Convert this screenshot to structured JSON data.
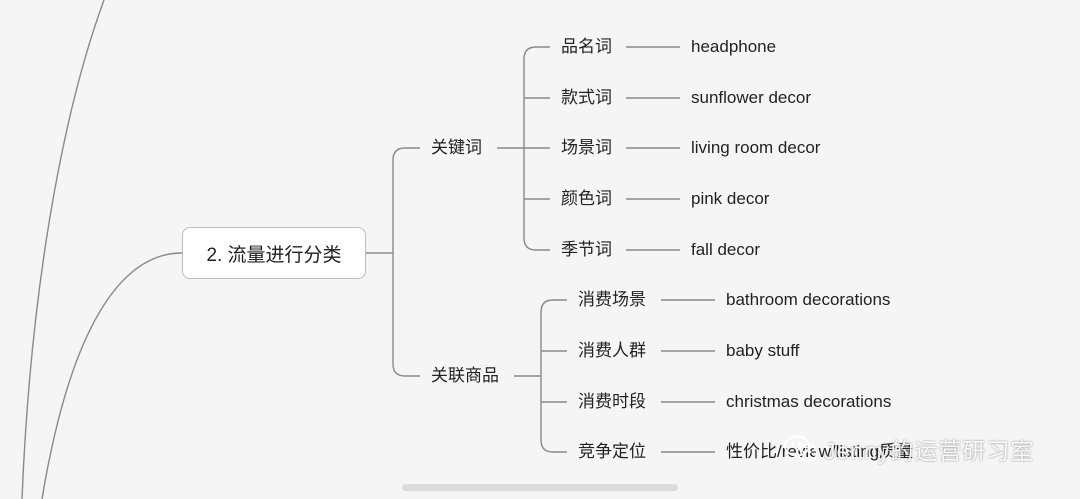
{
  "root": {
    "label": "2. 流量进行分类"
  },
  "branches": [
    {
      "label": "关键词",
      "children": [
        {
          "label": "品名词",
          "example": "headphone"
        },
        {
          "label": "款式词",
          "example": "sunflower decor"
        },
        {
          "label": "场景词",
          "example": "living room decor"
        },
        {
          "label": "颜色词",
          "example": "pink decor"
        },
        {
          "label": "季节词",
          "example": "fall decor"
        }
      ]
    },
    {
      "label": "关联商品",
      "children": [
        {
          "label": "消费场景",
          "example": "bathroom decorations"
        },
        {
          "label": "消费人群",
          "example": "baby stuff"
        },
        {
          "label": "消费时段",
          "example": "christmas decorations"
        },
        {
          "label": "竞争定位",
          "example": "性价比/review/listing质量"
        }
      ]
    }
  ],
  "watermark": {
    "text": "Jenny的运营研习室",
    "icon": "wechat-icon"
  },
  "colors": {
    "line": "#8a8a8a",
    "background": "#f5f5f5",
    "box_border": "#bdbdbd"
  }
}
